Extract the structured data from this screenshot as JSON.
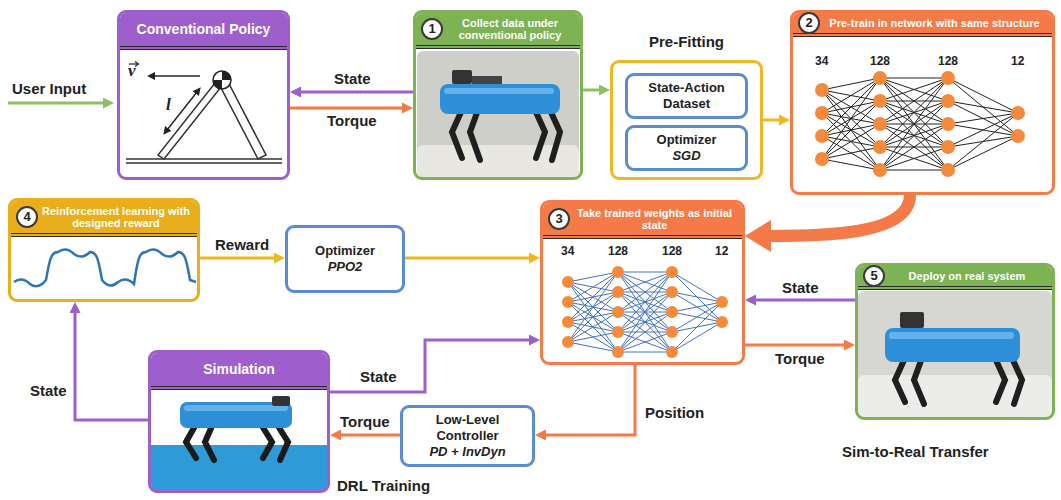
{
  "diagram": {
    "nodes": [
      {
        "text": [
          "Conventional Policy"
        ]
      },
      {
        "text": [
          "Collect data under conventional policy"
        ]
      },
      {
        "text": [
          "1"
        ],
        "in": 1
      },
      {
        "text": [
          "Pre-Fitting"
        ]
      },
      {
        "text": [
          "State-Action Dataset"
        ],
        "in": 3
      },
      {
        "text": [
          "Optimizer",
          "SGD"
        ],
        "in": 3
      },
      {
        "text": [
          "Pre-train in network with same structure"
        ]
      },
      {
        "text": [
          "2"
        ],
        "in": 6
      },
      {
        "text": [
          "Reinforcement learning with designed reward"
        ]
      },
      {
        "text": [
          "4"
        ],
        "in": 8
      },
      {
        "text": [
          "Optimizer",
          "PPO2"
        ]
      },
      {
        "text": [
          "Take trained weights as initial state"
        ]
      },
      {
        "text": [
          "3"
        ],
        "in": 11
      },
      {
        "text": [
          "Deploy on real system"
        ]
      },
      {
        "text": [
          "5"
        ],
        "in": 13
      },
      {
        "text": [
          "Simulation"
        ]
      },
      {
        "text": [
          "Low-Level Controller",
          "PD + InvDyn"
        ]
      }
    ],
    "edges": [
      {
        "from": 1,
        "to": 0,
        "label": "State",
        "arrow": "to"
      },
      {
        "from": 0,
        "to": 1,
        "label": "Torque",
        "arrow": "to"
      },
      {
        "from": 1,
        "to": 3,
        "arrow": "to"
      },
      {
        "from": 3,
        "to": 6,
        "arrow": "to"
      },
      {
        "from": 6,
        "to": 11,
        "arrow": "to"
      },
      {
        "from": 8,
        "to": 10,
        "label": "Reward",
        "arrow": "to"
      },
      {
        "from": 10,
        "to": 11,
        "arrow": "to"
      },
      {
        "from": 13,
        "to": 11,
        "label": "State",
        "arrow": "to"
      },
      {
        "from": 11,
        "to": 13,
        "label": "Torque",
        "arrow": "to"
      },
      {
        "from": 15,
        "to": 11,
        "label": "State",
        "arrow": "to"
      },
      {
        "from": 15,
        "to": 8,
        "label": "State",
        "arrow": "to"
      },
      {
        "from": 11,
        "to": 16,
        "label": "Position",
        "arrow": "to"
      },
      {
        "from": 16,
        "to": 15,
        "label": "Torque",
        "arrow": "to"
      }
    ],
    "labels": [
      "User Input",
      "v",
      "l",
      "34",
      "128",
      "128",
      "12",
      "34",
      "128",
      "128",
      "12",
      "DRL Training",
      "Sim-to-Real Transfer"
    ]
  }
}
